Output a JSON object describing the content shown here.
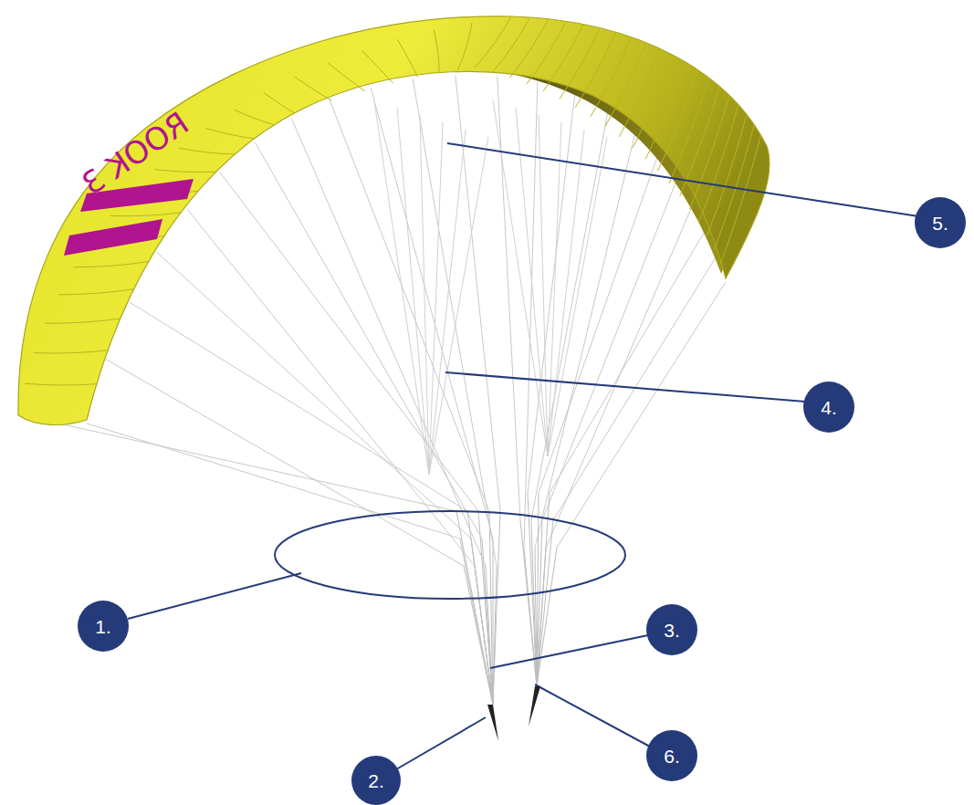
{
  "diagram": {
    "nodes": [
      {
        "text": [
          "5."
        ]
      },
      {
        "text": [
          "4."
        ]
      },
      {
        "text": [
          "1."
        ]
      },
      {
        "text": [
          "3."
        ]
      },
      {
        "text": [
          "6."
        ]
      },
      {
        "text": [
          "2."
        ]
      }
    ],
    "labels": [
      "ROOK 3"
    ]
  }
}
